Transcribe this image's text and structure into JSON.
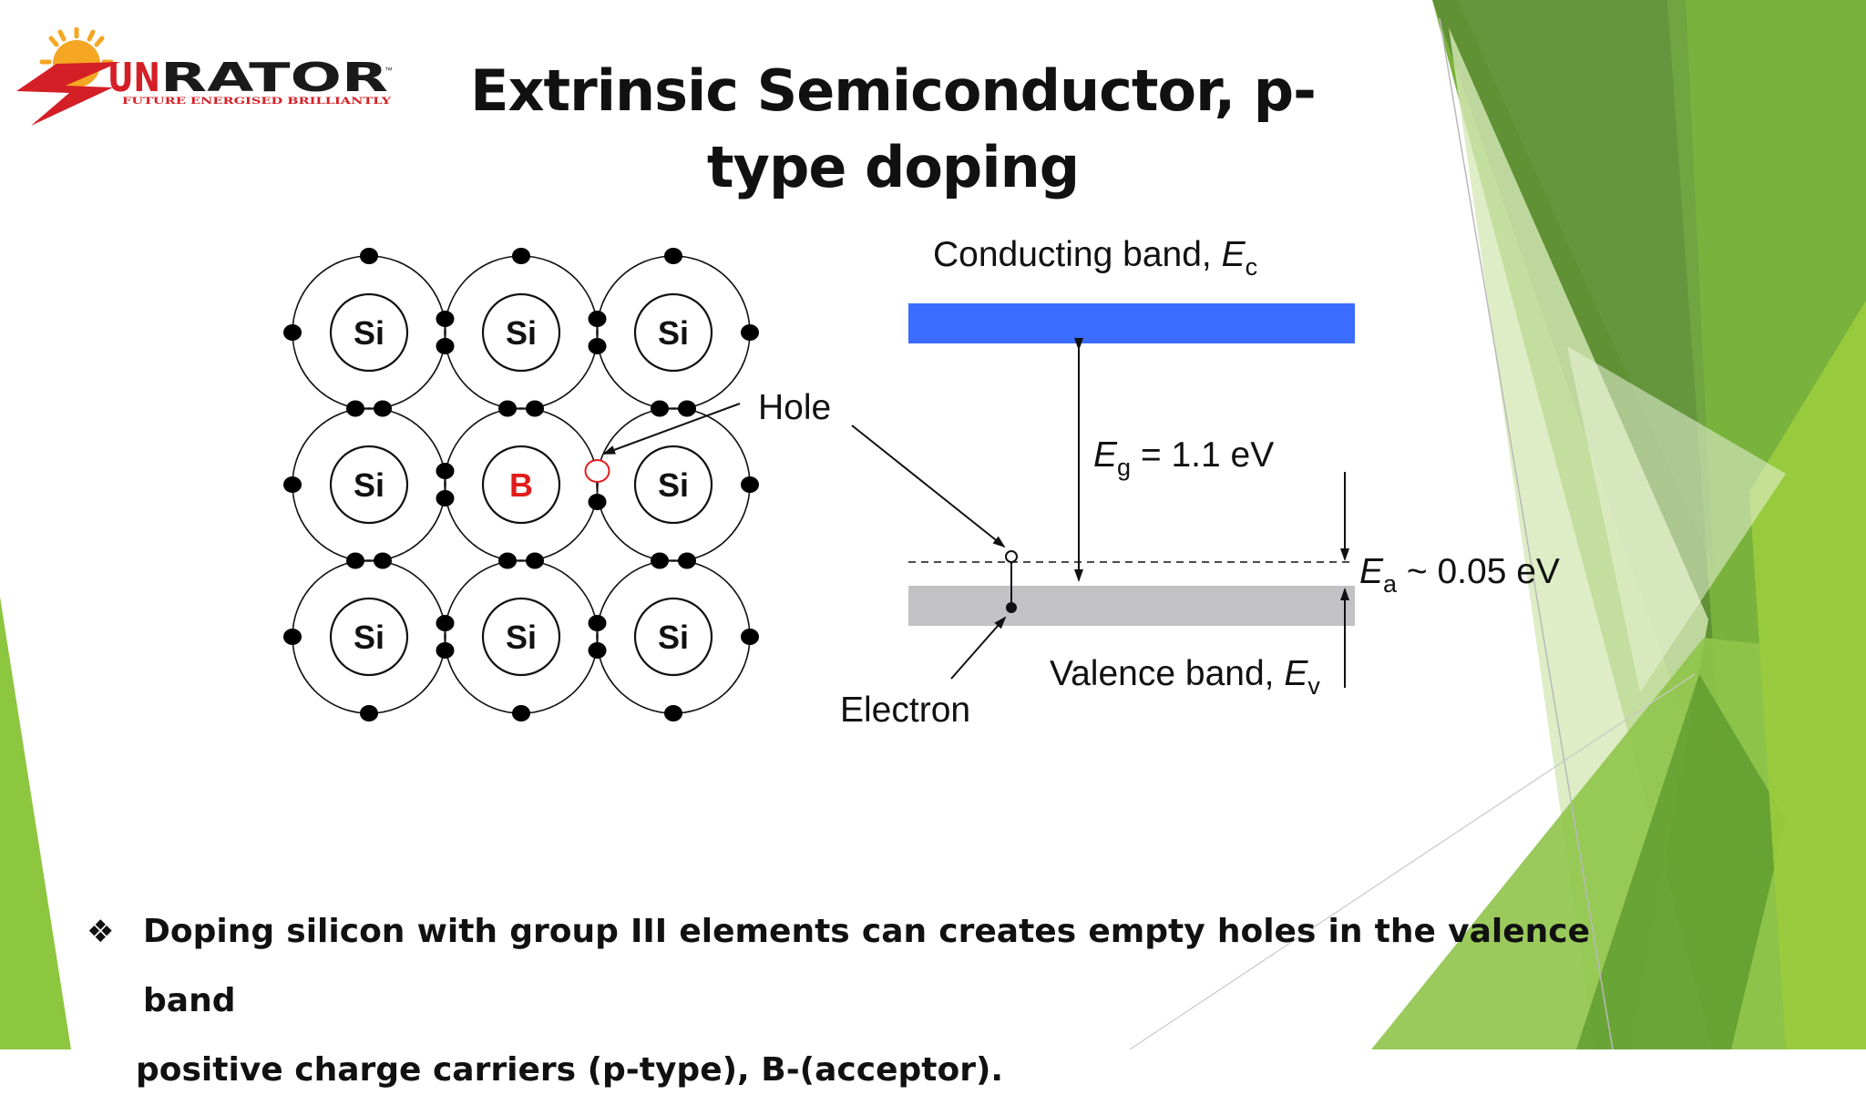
{
  "slide": {
    "logo": {
      "wordmark": "UNRATOR",
      "letter": "S",
      "tagline": "FUTURE ENERGISED BRILLIANTLY",
      "trademark": "™"
    },
    "title": "Extrinsic Semiconductor, p-type doping"
  },
  "lattice": {
    "atoms": [
      "Si",
      "Si",
      "Si",
      "Si",
      "B",
      "Si",
      "Si",
      "Si",
      "Si"
    ],
    "dopant_color": "#e31b1b",
    "hole_label": "Hole"
  },
  "band_diagram": {
    "conduction_label": "Conducting band, ",
    "conduction_symbol": "E",
    "conduction_sub": "c",
    "conduction_color": "#3a6cff",
    "gap_symbol": "E",
    "gap_sub": "g",
    "gap_value": " = 1.1 eV",
    "acceptor_symbol": "E",
    "acceptor_sub": "a",
    "acceptor_value": " ~ 0.05 eV",
    "valence_label": "Valence band, ",
    "valence_symbol": "E",
    "valence_sub": "v",
    "valence_color": "#c2c1c3",
    "hole_label": "Hole",
    "electron_label": "Electron"
  },
  "bullet": {
    "marker": "❖",
    "line1": "Doping silicon with group III elements can creates empty holes in the valence band",
    "line2": "positive charge carriers (p-type), B-(acceptor)."
  },
  "theme": {
    "green_light": "#8dc63f",
    "green_dark": "#4e7d2a",
    "green_mid": "#6fa93a"
  }
}
